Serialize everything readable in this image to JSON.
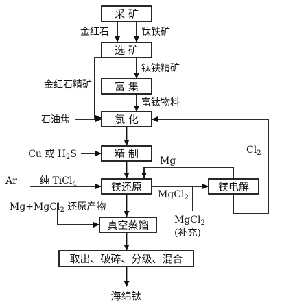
{
  "steps": {
    "mining": "采 矿",
    "separation": "选 矿",
    "enrichment": "富 集",
    "chlorination": "氯 化",
    "refining": "精 制",
    "reduction": "镁还原",
    "electrolysis": "镁电解",
    "vacuum_distillation": "真空蒸馏",
    "processing": "取出、破碎、分级、混合",
    "product": "海绵钛"
  },
  "labels": {
    "rutile": "金红石",
    "ilmenite": "钛铁矿",
    "rutile_concentrate": "金红石精矿",
    "ilmenite_concentrate": "钛铁精矿",
    "ti_rich": "富钛物料",
    "petroleum_coke": "石油焦",
    "cu_or_h2s_prefix": "Cu 或 H",
    "cu_or_h2s_sub": "2",
    "cu_or_h2s_suffix": "S",
    "mg": "Mg",
    "cl2_main": "Cl",
    "cl2_sub": "2",
    "argon": "Ar",
    "ticl4_main": "纯 TiCl",
    "ticl4_sub": "4",
    "mgcl2_main": "MgCl",
    "mgcl2_sub": "2",
    "reduction_products": "Mg+MgCl",
    "reduction_products_sub": "2",
    "reduction_products_suffix": " 还原产物",
    "mgcl2_supplement_main": "MgCl",
    "mgcl2_supplement_sub": "2",
    "supplement": "(补充)"
  }
}
